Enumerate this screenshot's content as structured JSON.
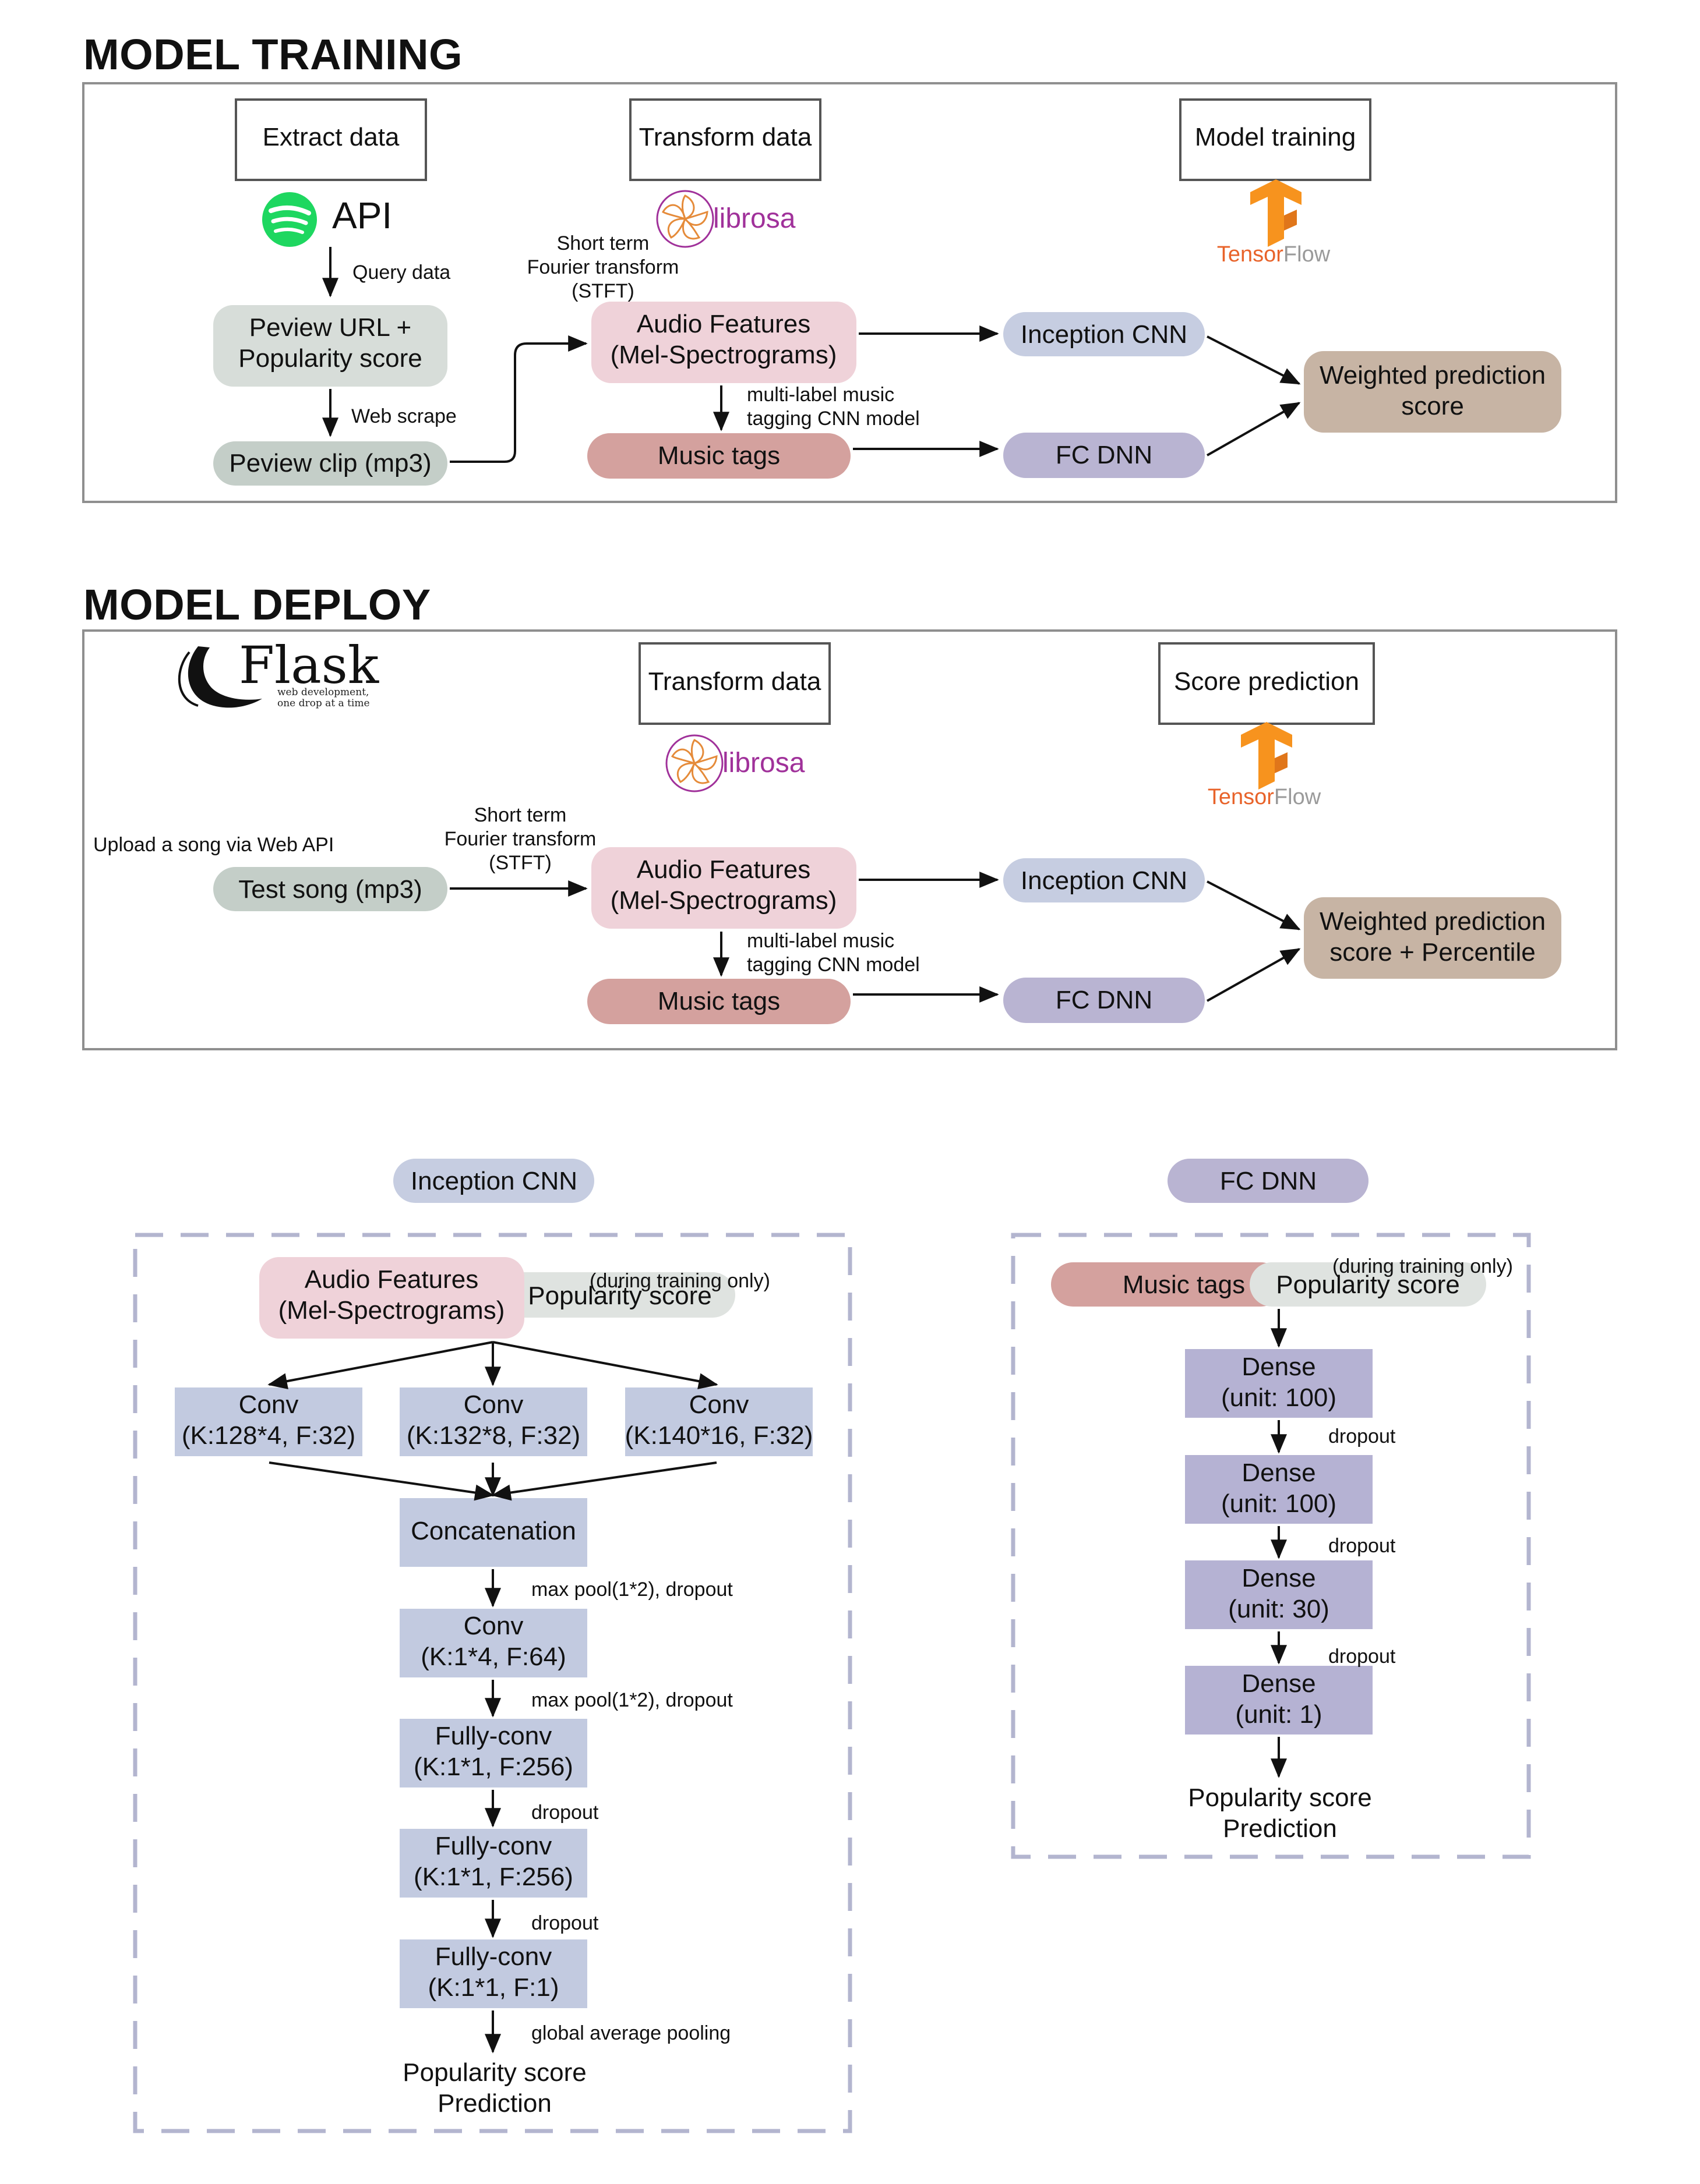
{
  "training": {
    "title": "MODEL TRAINING",
    "stage_extract": "Extract data",
    "stage_transform": "Transform data",
    "stage_model": "Model training",
    "api_label": "API",
    "query_label": "Query data",
    "preview_url": "Peview URL +\nPopularity score",
    "webscrape_label": "Web scrape",
    "preview_clip": "Peview clip (mp3)",
    "stft_label": "Short term\nFourier transform\n(STFT)",
    "audio_features": "Audio Features\n(Mel-Spectrograms)",
    "tagging_label": "multi-label music\ntagging CNN model",
    "music_tags": "Music tags",
    "inception": "Inception CNN",
    "fcdnn": "FC DNN",
    "weighted": "Weighted prediction\nscore"
  },
  "deploy": {
    "title": "MODEL DEPLOY",
    "stage_transform": "Transform data",
    "stage_score": "Score prediction",
    "upload_label": "Upload a song via Web API",
    "test_song": "Test song (mp3)",
    "stft_label": "Short term\nFourier transform\n(STFT)",
    "audio_features": "Audio Features\n(Mel-Spectrograms)",
    "tagging_label": "multi-label music\ntagging CNN model",
    "music_tags": "Music tags",
    "inception": "Inception CNN",
    "fcdnn": "FC DNN",
    "weighted": "Weighted prediction\nscore + Percentile"
  },
  "logos": {
    "librosa": "librosa",
    "tensorflow_a": "Tensor",
    "tensorflow_b": "Flow",
    "flask": "Flask",
    "flask_sub": "web development,\none drop at a time"
  },
  "inception_detail": {
    "header": "Inception CNN",
    "audio_features": "Audio Features\n(Mel-Spectrograms)",
    "popularity": "Popularity score",
    "training_only": "(during training only)",
    "conv1": "Conv\n(K:128*4, F:32)",
    "conv2": "Conv\n(K:132*8, F:32)",
    "conv3": "Conv\n(K:140*16, F:32)",
    "concat": "Concatenation",
    "label_pool1": "max pool(1*2), dropout",
    "conv4": "Conv\n(K:1*4, F:64)",
    "label_pool2": "max pool(1*2), dropout",
    "fc1": "Fully-conv\n(K:1*1, F:256)",
    "label_dropout1": "dropout",
    "fc2": "Fully-conv\n(K:1*1, F:256)",
    "label_dropout2": "dropout",
    "fc3": "Fully-conv\n(K:1*1, F:1)",
    "label_gap": "global average pooling",
    "output": "Popularity score\nPrediction"
  },
  "fcdnn_detail": {
    "header": "FC DNN",
    "music_tags": "Music tags",
    "popularity": "Popularity score",
    "training_only": "(during training only)",
    "dense1": "Dense\n(unit: 100)",
    "label_d1": "dropout",
    "dense2": "Dense\n(unit: 100)",
    "label_d2": "dropout",
    "dense3": "Dense\n(unit: 30)",
    "label_d3": "dropout",
    "dense4": "Dense\n(unit: 1)",
    "output": "Popularity score\nPrediction"
  },
  "colors": {
    "grey_node": "#d7ddd9",
    "grey_node_dark": "#c4cec8",
    "pink_node": "#efd2d9",
    "rose_node": "#d4a19e",
    "blue_node": "#c6cde1",
    "purple_node": "#b9b4d2",
    "tan_node": "#c7b4a4",
    "conv_box": "#c2cae0",
    "dense_box": "#b5b2d3",
    "frame": "#8f8f8f",
    "dash": "#b3b5cf",
    "spotify": "#1ed760",
    "tf_orange": "#f7931e"
  }
}
